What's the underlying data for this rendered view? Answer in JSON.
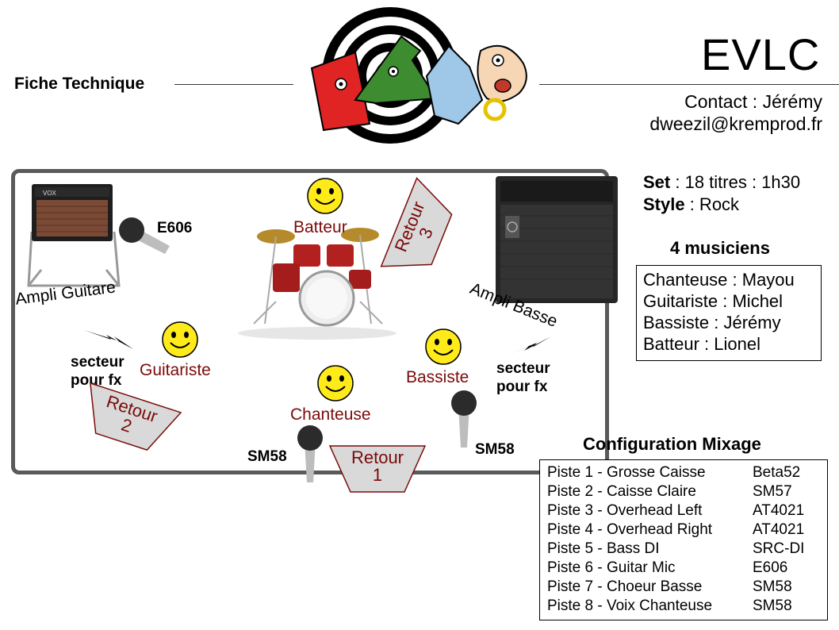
{
  "header": {
    "title": "Fiche Technique",
    "band": "EVLC",
    "contact_line": "Contact : Jérémy",
    "email": "dweezil@kremprod.fr"
  },
  "info": {
    "set_label": "Set",
    "set_value": " : 18 titres : 1h30",
    "style_label": "Style",
    "style_value": " : Rock"
  },
  "musicians": {
    "heading": "4 musiciens",
    "list": [
      "Chanteuse : Mayou",
      "Guitariste : Michel",
      "Bassiste : Jérémy",
      "Batteur :  Lionel"
    ]
  },
  "stage": {
    "ampli_guitare": "Ampli Guitare",
    "ampli_basse": "Ampli Basse",
    "mic_e606": "E606",
    "batteur": "Batteur",
    "guitariste": "Guitariste",
    "bassiste": "Bassiste",
    "chanteuse": "Chanteuse",
    "secteur_left": [
      "secteur",
      "pour fx"
    ],
    "secteur_right": [
      "secteur",
      "pour fx"
    ],
    "sm58_left": "SM58",
    "sm58_right": "SM58",
    "retour1": [
      "Retour",
      "1"
    ],
    "retour2": [
      "Retour",
      "2"
    ],
    "retour3": [
      "Retour",
      "3"
    ],
    "amp_brand": "VOX"
  },
  "mix": {
    "heading": "Configuration Mixage",
    "rows": [
      {
        "track": "Piste 1 - Grosse Caisse",
        "mic": "Beta52"
      },
      {
        "track": "Piste 2 - Caisse Claire",
        "mic": "SM57"
      },
      {
        "track": "Piste 3 - Overhead Left",
        "mic": "AT4021"
      },
      {
        "track": "Piste 4 - Overhead Right",
        "mic": "AT4021"
      },
      {
        "track": "Piste 5 - Bass DI",
        "mic": "SRC-DI"
      },
      {
        "track": "Piste 6 - Guitar Mic",
        "mic": "E606"
      },
      {
        "track": "Piste 7 - Choeur Basse",
        "mic": "SM58"
      },
      {
        "track": "Piste 8 - Voix Chanteuse",
        "mic": "SM58"
      }
    ]
  },
  "colors": {
    "musician_label": "#7a0a0a",
    "smiley": "#ffeb1a",
    "stage_border": "#5a5a5a",
    "retour_fill": "#d9d9d9"
  }
}
